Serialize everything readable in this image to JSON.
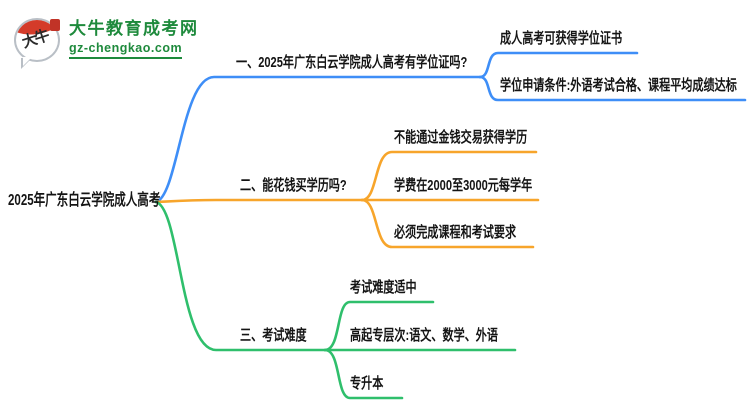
{
  "logo": {
    "icon_chars": "大牛",
    "site_name": "大牛教育成考网",
    "site_domain": "gz-chengkao.com",
    "brand_color": "#1e8a3c",
    "seal_color": "#d43b2a"
  },
  "mindmap": {
    "root": {
      "label": "2025年广东白云学院成人高考"
    },
    "branches": [
      {
        "label": "一、2025年广东白云学院成人高考有学位证吗?",
        "color": "#3e8ef7",
        "children": [
          {
            "label": "成人高考可获得学位证书"
          },
          {
            "label": "学位申请条件:外语考试合格、课程平均成绩达标"
          }
        ]
      },
      {
        "label": "二、能花钱买学历吗?",
        "color": "#f7a52b",
        "children": [
          {
            "label": "不能通过金钱交易获得学历"
          },
          {
            "label": "学费在2000至3000元每学年"
          },
          {
            "label": "必须完成课程和考试要求"
          }
        ]
      },
      {
        "label": "三、考试难度",
        "color": "#2fbf6c",
        "children": [
          {
            "label": "考试难度适中"
          },
          {
            "label": "高起专层次:语文、数学、外语"
          },
          {
            "label": "专升本"
          }
        ]
      }
    ]
  }
}
